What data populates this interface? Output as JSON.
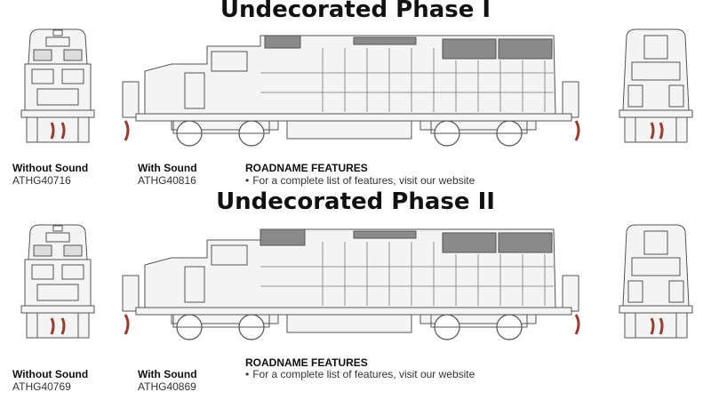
{
  "phase1": {
    "title": "Undecorated Phase I",
    "without_sound_label": "Without Sound",
    "without_sound_code": "ATHG40716",
    "with_sound_label": "With Sound",
    "with_sound_code": "ATHG40816",
    "features_heading": "ROADNAME FEATURES",
    "features_bullet": "•",
    "features_text": "For a complete list of features, visit our website"
  },
  "phase2": {
    "title": "Undecorated Phase II",
    "without_sound_label": "Without Sound",
    "without_sound_code": "ATHG40769",
    "with_sound_label": "With Sound",
    "with_sound_code": "ATHG40869",
    "features_heading": "ROADNAME FEATURES",
    "features_bullet": "•",
    "features_text": "For a complete list of features, visit our website"
  },
  "colors": {
    "line": "#555555",
    "panel_dark": "#8a8a8a",
    "body_fill": "#f4f4f4",
    "coupler": "#9b3a2e"
  },
  "icons": {
    "front_view": "locomotive-front-end-icon",
    "side_view": "locomotive-side-profile-icon",
    "rear_view": "locomotive-rear-end-icon"
  }
}
